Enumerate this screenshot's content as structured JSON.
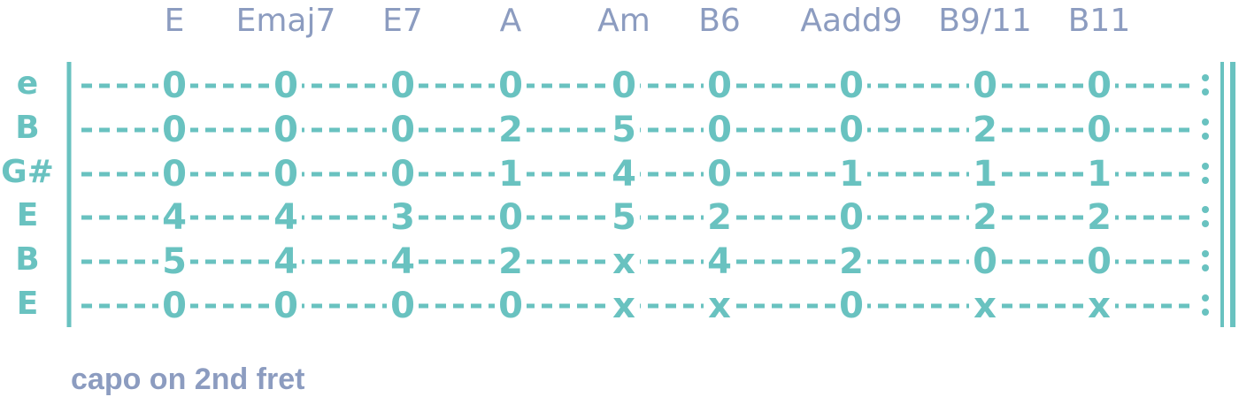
{
  "colors": {
    "label": "#8c9cc0",
    "tab": "#69c2c0"
  },
  "chords": [
    "E",
    "Emaj7",
    "E7",
    "A",
    "Am",
    "B6",
    "Aadd9",
    "B9/11",
    "B11"
  ],
  "strings": [
    {
      "name": "e",
      "frets": [
        "0",
        "0",
        "0",
        "0",
        "0",
        "0",
        "0",
        "0",
        "0"
      ]
    },
    {
      "name": "B",
      "frets": [
        "0",
        "0",
        "0",
        "2",
        "5",
        "0",
        "0",
        "2",
        "0"
      ]
    },
    {
      "name": "G#",
      "frets": [
        "0",
        "0",
        "0",
        "1",
        "4",
        "0",
        "1",
        "1",
        "1"
      ]
    },
    {
      "name": "E",
      "frets": [
        "4",
        "4",
        "3",
        "0",
        "5",
        "2",
        "0",
        "2",
        "2"
      ]
    },
    {
      "name": "B",
      "frets": [
        "5",
        "4",
        "4",
        "2",
        "x",
        "4",
        "2",
        "0",
        "0"
      ]
    },
    {
      "name": "E",
      "frets": [
        "0",
        "0",
        "0",
        "0",
        "x",
        "x",
        "0",
        "x",
        "x"
      ]
    }
  ],
  "note": "capo on 2nd fret"
}
